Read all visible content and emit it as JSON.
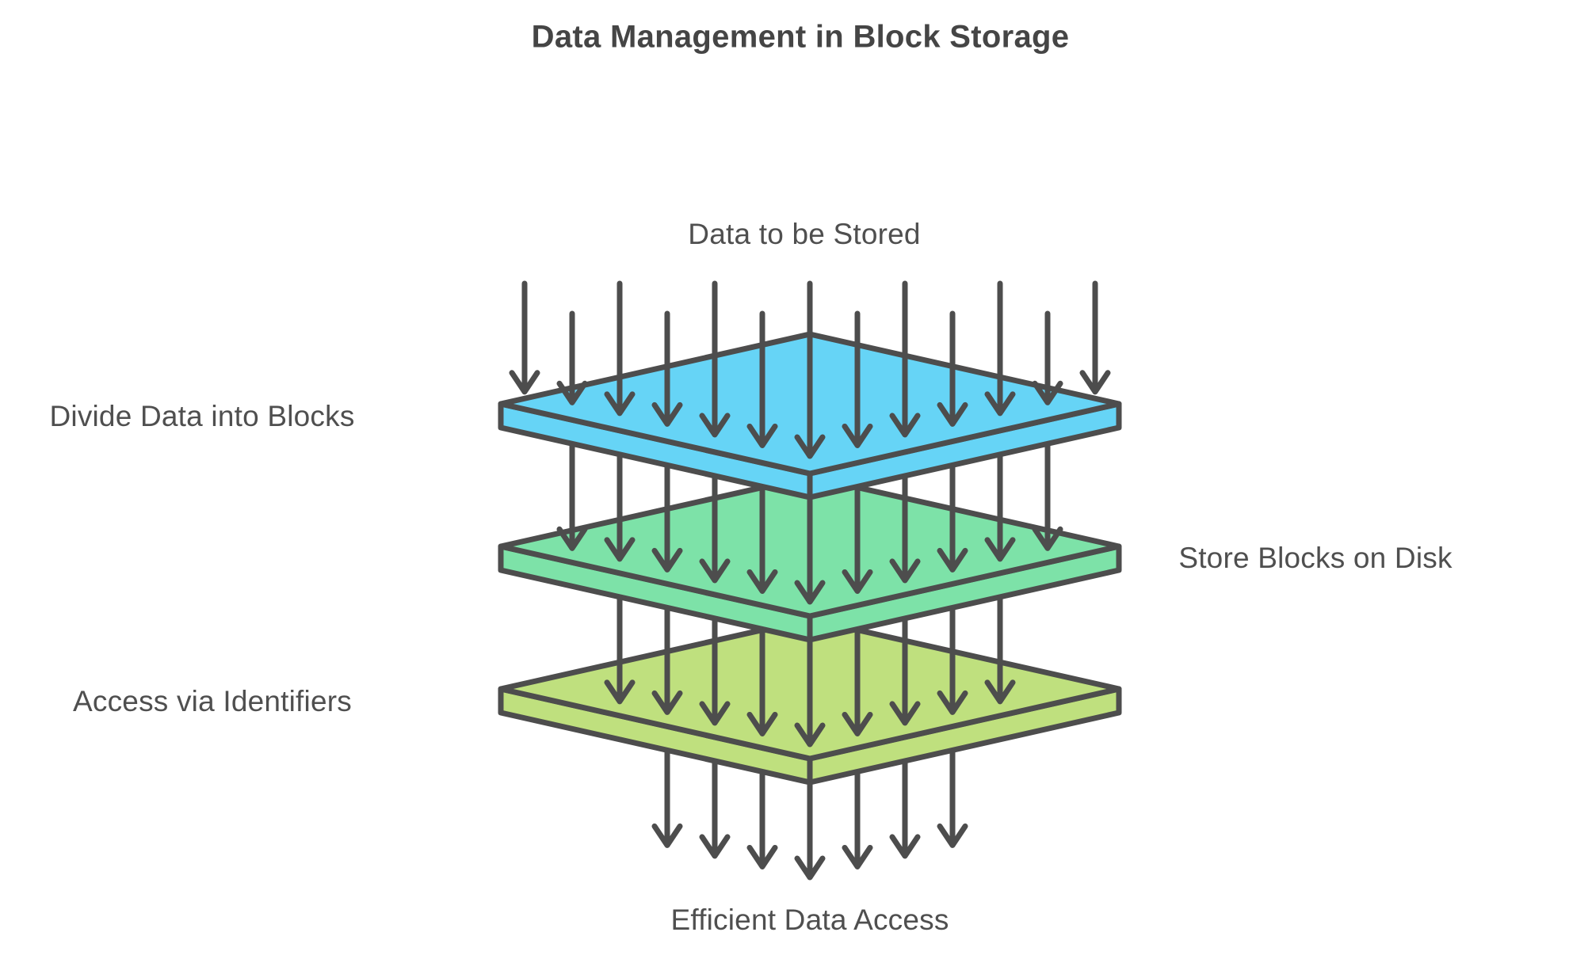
{
  "title": "Data Management in Block Storage",
  "flow": {
    "input_label": "Data to be Stored",
    "output_label": "Efficient Data Access"
  },
  "layers": [
    {
      "id": "divide",
      "label": "Divide Data into Blocks",
      "label_side": "left",
      "fill": "#66d4f6"
    },
    {
      "id": "store",
      "label": "Store Blocks on Disk",
      "label_side": "right",
      "fill": "#7de2a8"
    },
    {
      "id": "access",
      "label": "Access via Identifiers",
      "label_side": "left",
      "fill": "#bfe07e"
    }
  ],
  "arrows": {
    "rows": [
      {
        "id": "incoming",
        "count": 13
      },
      {
        "id": "divide-to-store",
        "count": 11
      },
      {
        "id": "store-to-access",
        "count": 9
      },
      {
        "id": "outgoing",
        "count": 7
      }
    ],
    "direction": "down"
  },
  "colors": {
    "stroke": "#4d4d4d",
    "text": "#4f4f4f",
    "layer_divide": "#66d4f6",
    "layer_store": "#7de2a8",
    "layer_access": "#bfe07e",
    "background": "#ffffff"
  }
}
